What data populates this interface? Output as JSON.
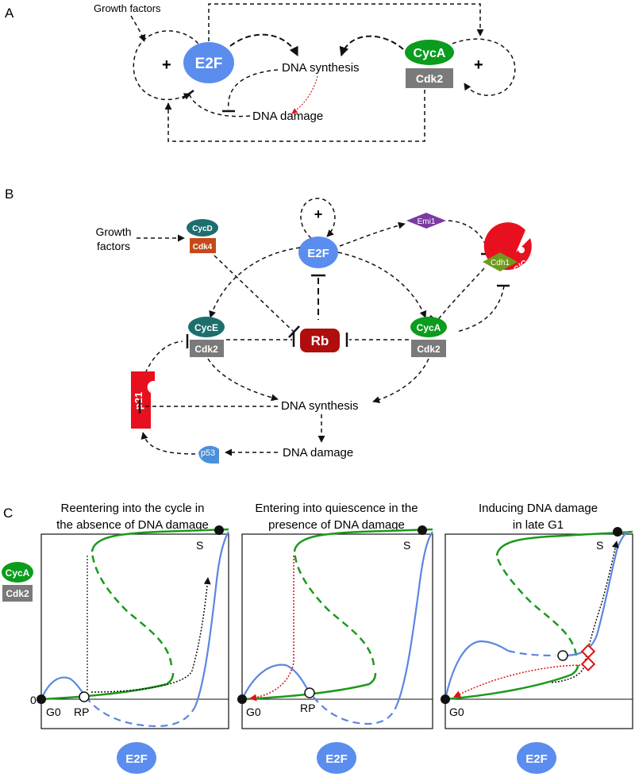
{
  "panels": {
    "a": {
      "letter": "A",
      "growth_factors": "Growth factors",
      "plus_left": "+",
      "plus_right": "+",
      "e2f": "E2F",
      "dna_synthesis": "DNA synthesis",
      "dna_damage": "DNA damage",
      "cyca": "CycA",
      "cdk2": "Cdk2"
    },
    "b": {
      "letter": "B",
      "growth_line1": "Growth",
      "growth_line2": "factors",
      "cycd": "CycD",
      "cdk4": "Cdk4",
      "plus": "+",
      "e2f": "E2F",
      "emi1": "Emi1",
      "cdh1": "Cdh1",
      "apcc": "APC/C",
      "cyce": "CycE",
      "cdk2_left": "Cdk2",
      "rb": "Rb",
      "cyca": "CycA",
      "cdk2_right": "Cdk2",
      "p21": "p21",
      "dna_synthesis": "DNA synthesis",
      "dna_damage": "DNA damage",
      "p53": "p53"
    },
    "c": {
      "letter": "C",
      "titles": [
        [
          "Reentering into the cycle in",
          "the absence of DNA damage"
        ],
        [
          "Entering into quiescence in the",
          "presence of DNA damage"
        ],
        [
          "Inducing DNA damage",
          "in late G1"
        ]
      ],
      "y_cyca": "CycA",
      "y_cdk2": "Cdk2",
      "zero": "0",
      "g0": "G0",
      "rp": "RP",
      "s": "S",
      "x_label": "E2F"
    }
  },
  "colors": {
    "e2f_blue": "#5b8def",
    "cyca_green": "#0a9c1c",
    "cdk_gray": "#7a7a7a",
    "teal": "#1f6e6e",
    "cdk4_orange": "#c6491a",
    "rb_red": "#b00d0d",
    "emi1_purple": "#7b3aa0",
    "apc_red": "#e8101e",
    "cdh1_olive": "#6f9a1c",
    "p53_blue": "#4a90d9",
    "curve_green": "#1a9a1a",
    "curve_blue": "#5b86e0",
    "dotted_red": "#e01010"
  }
}
